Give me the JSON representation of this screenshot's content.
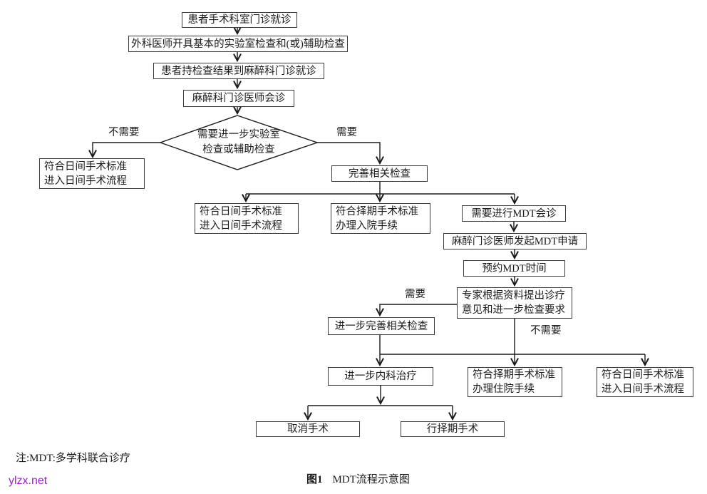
{
  "colors": {
    "line": "#1a1a1a",
    "box_border": "#3a3a3a",
    "watermark": "#a21bd3",
    "background": "#ffffff"
  },
  "nodes": {
    "patient_visit": {
      "text": "患者手术科室门诊就诊"
    },
    "surgeon_orders": {
      "text": "外科医师开具基本的实验室检查和(或)辅助检查"
    },
    "bring_results": {
      "text": "患者持检查结果到麻醉科门诊就诊"
    },
    "anesthesia_consult": {
      "text": "麻醉科门诊医师会诊"
    },
    "decision_further_tests": {
      "l1": "需要进一步实验室",
      "l2": "检查或辅助检查"
    },
    "day_surgery_left": {
      "l1": "符合日间手术标准",
      "l2": "进入日间手术流程"
    },
    "complete_tests": {
      "text": "完善相关检查"
    },
    "day_surgery_mid": {
      "l1": "符合日间手术标准",
      "l2": "进入日间手术流程"
    },
    "elective_admission": {
      "l1": "符合择期手术标准",
      "l2": "办理入院手续"
    },
    "need_mdt": {
      "text": "需要进行MDT会诊"
    },
    "initiate_mdt": {
      "text": "麻醉门诊医师发起MDT申请"
    },
    "schedule_mdt": {
      "text": "预约MDT时间"
    },
    "expert_opinion": {
      "l1": "专家根据资料提出诊疗",
      "l2": "意见和进一步检查要求"
    },
    "further_tests": {
      "text": "进一步完善相关检查"
    },
    "medical_treatment": {
      "text": "进一步内科治疗"
    },
    "elective_hospitalize": {
      "l1": "符合择期手术标准",
      "l2": "办理住院手续"
    },
    "day_surgery_right": {
      "l1": "符合日间手术标准",
      "l2": "进入日间手术流程"
    },
    "cancel_surgery": {
      "text": "取消手术"
    },
    "elective_surgery": {
      "text": "行择期手术"
    }
  },
  "edge_labels": {
    "no_need_top": "不需要",
    "need_top": "需要",
    "need_mid": "需要",
    "no_need_mid": "不需要"
  },
  "footer": {
    "note": "注:MDT:多学科联合诊疗",
    "caption_fig": "图1",
    "caption_title": "MDT流程示意图",
    "watermark": "ylzx.net"
  }
}
